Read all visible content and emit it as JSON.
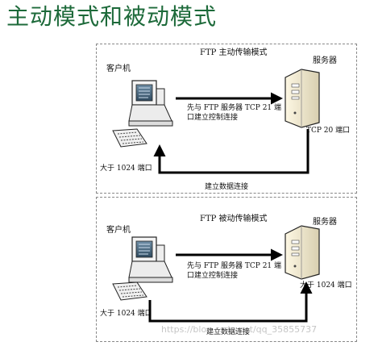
{
  "title": "主动模式和被动模式",
  "active": {
    "panel_title": "FTP 主动传输模式",
    "client_label": "客户机",
    "server_label": "服务器",
    "arrow_connect_line1": "先与 FTP 服务器 TCP 21 端",
    "arrow_connect_line2": "口建立控制连接",
    "server_port": "TCP 20 端口",
    "client_port": "大于 1024 端口",
    "data_connection": "建立数据连接"
  },
  "passive": {
    "panel_title": "FTP 被动传输模式",
    "client_label": "客户机",
    "server_label": "服务器",
    "arrow_connect_line1": "先与 FTP 服务器 TCP 21 端",
    "arrow_connect_line2": "口建立控制连接",
    "server_port": "大于 1024 端口",
    "client_port": "大于 1024 端口",
    "data_connection": "建立数据连接"
  },
  "watermark": "https://blog.csdn.net/qq_35855737"
}
